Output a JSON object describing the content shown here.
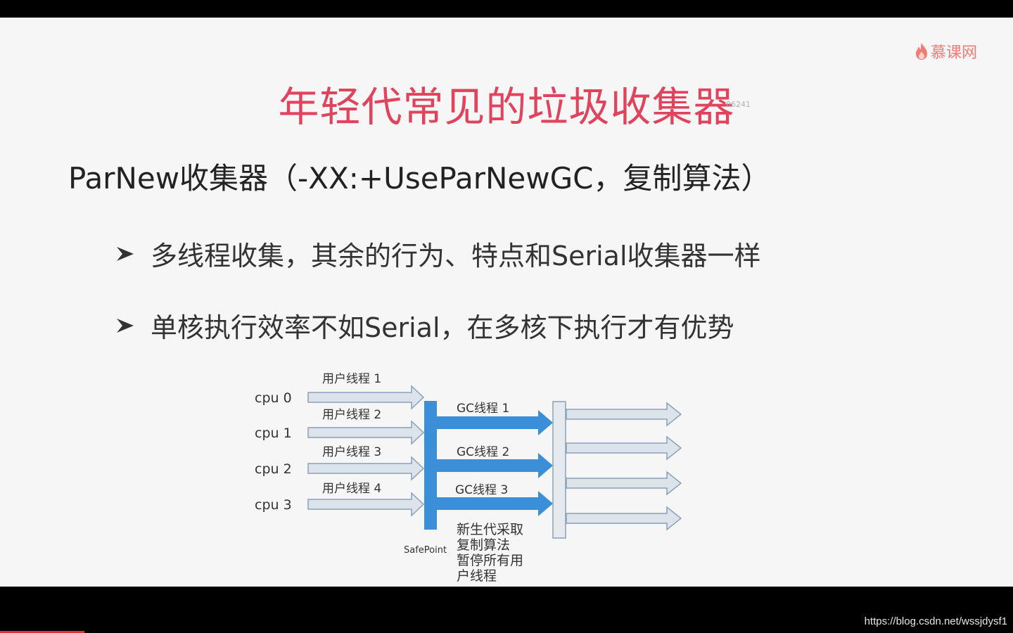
{
  "brand": {
    "logo_text": "慕课网",
    "logo_icon": "flame-icon"
  },
  "slide": {
    "title": "年轻代常见的垃圾收集器",
    "watermark": "06241",
    "heading": "ParNew收集器（-XX:+UseParNewGC，复制算法）",
    "bullets": [
      "多线程收集，其余的行为、特点和Serial收集器一样",
      "单核执行效率不如Serial，在多核下执行才有优势"
    ]
  },
  "diagram": {
    "cpus": [
      "cpu 0",
      "cpu 1",
      "cpu 2",
      "cpu 3"
    ],
    "user_threads": [
      "用户线程 1",
      "用户线程 2",
      "用户线程 3",
      "用户线程 4"
    ],
    "gc_threads": [
      "GC线程 1",
      "GC线程 2",
      "GC线程 3"
    ],
    "safepoint": "SafePoint",
    "note_lines": [
      "新生代采取",
      "复制算法",
      "暂停所有用",
      "户线程"
    ],
    "colors": {
      "gc_blue": "#3b8fd8",
      "arrow_fill": "#dde3ea",
      "arrow_stroke": "#8aa0b8"
    }
  },
  "footer": {
    "url": "https://blog.csdn.net/wssjdysf1"
  }
}
